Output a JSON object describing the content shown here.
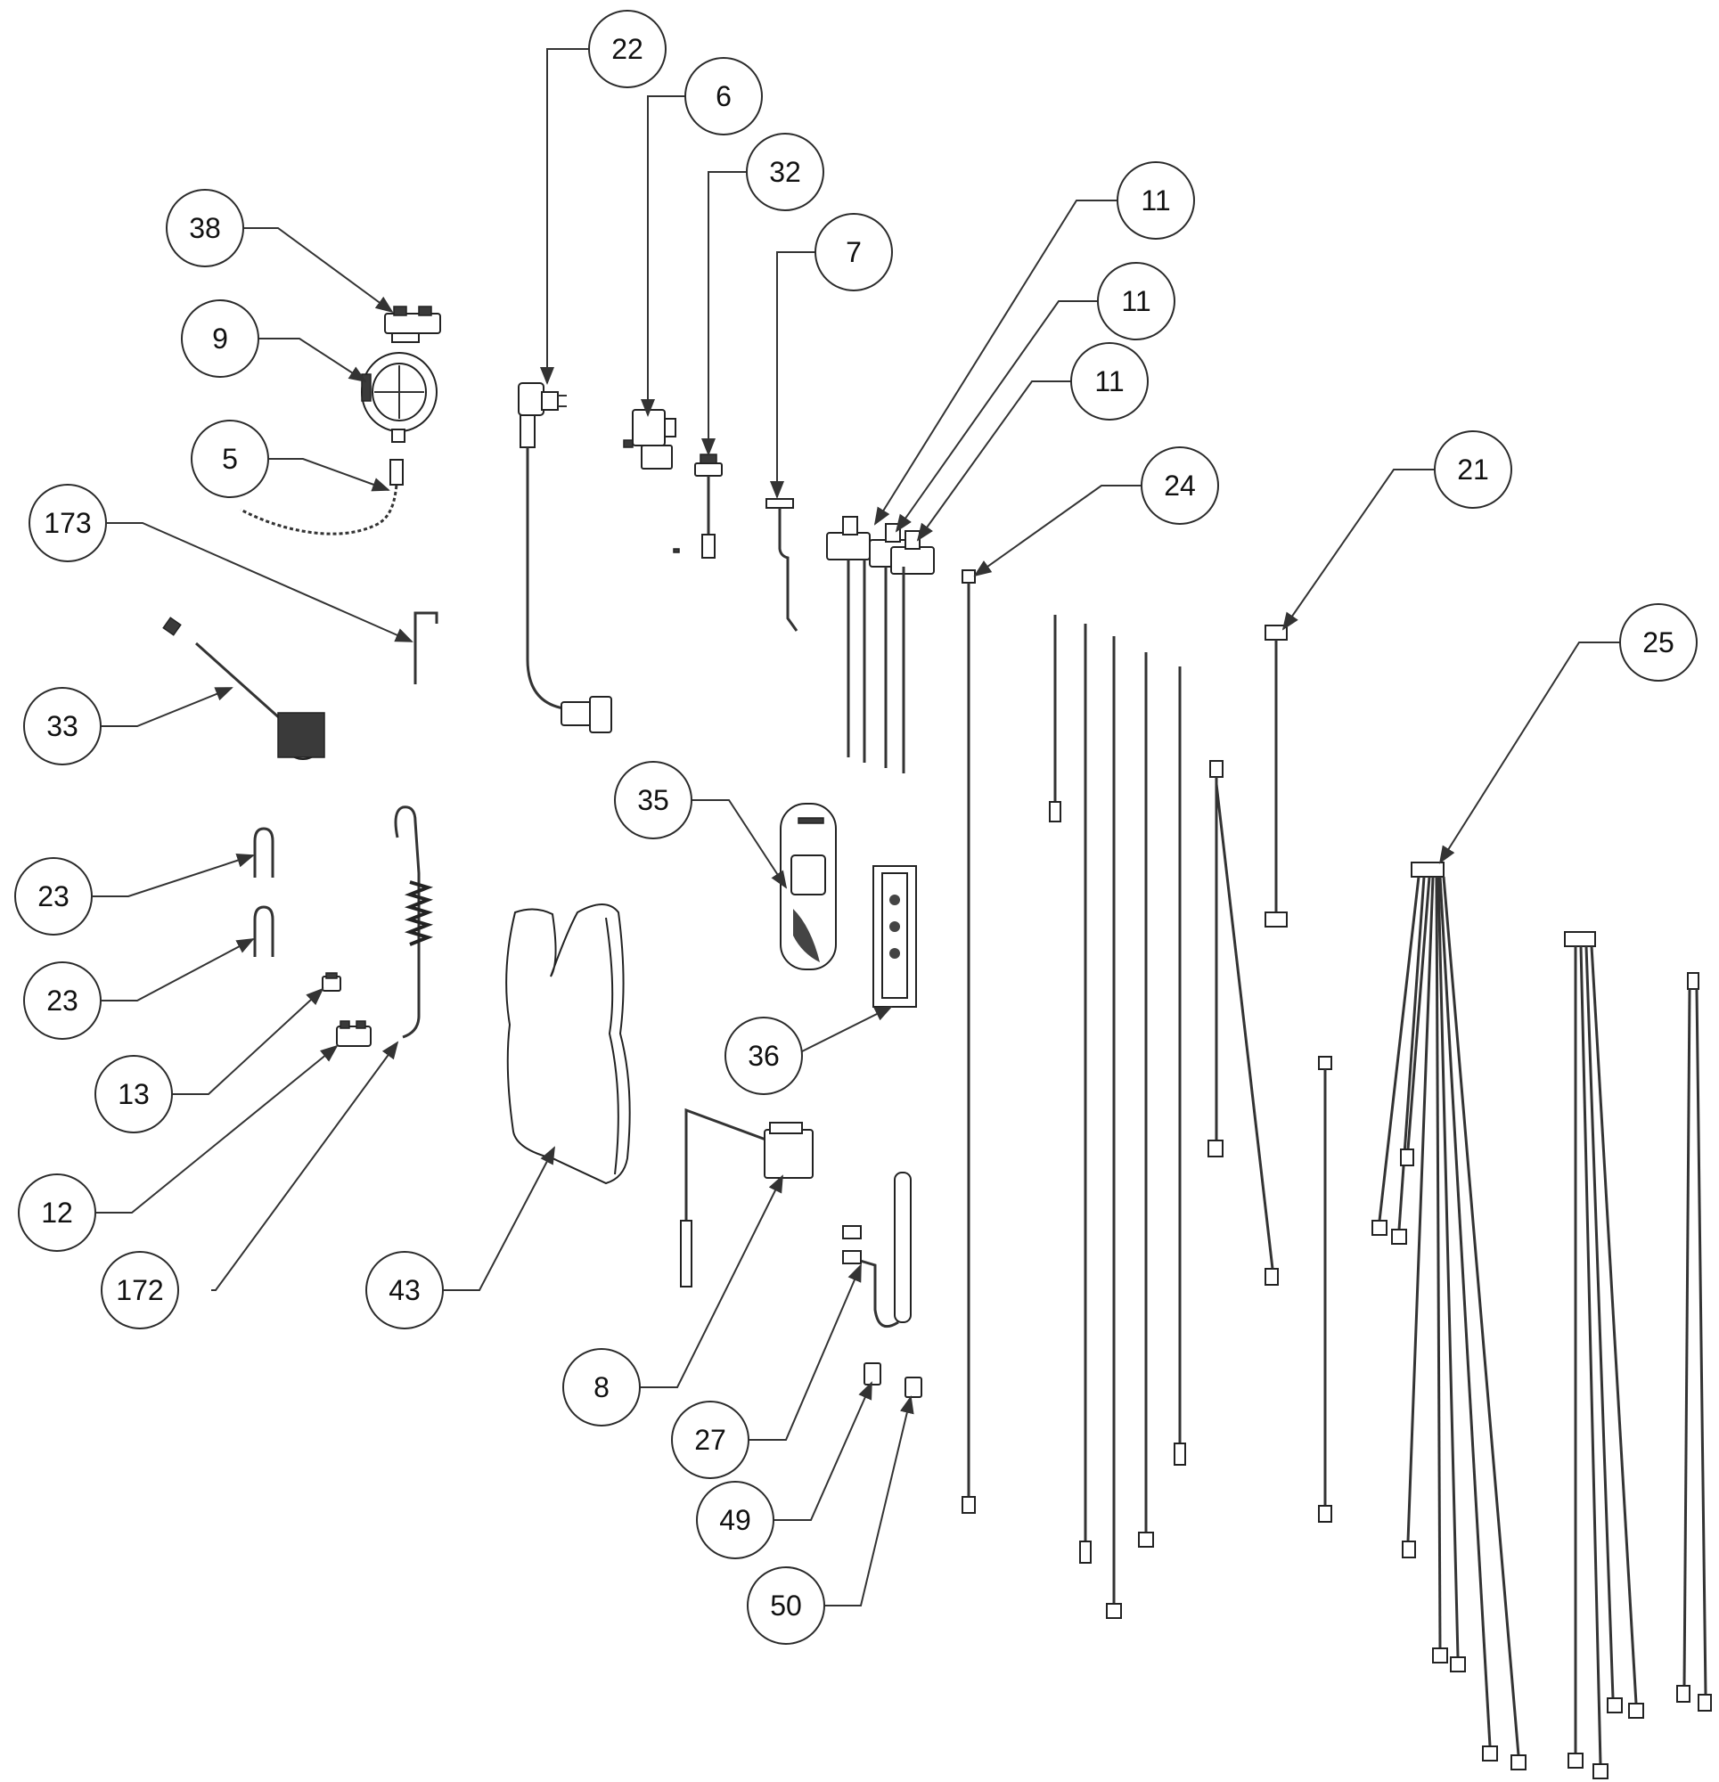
{
  "colors": {
    "line": "#333333",
    "background": "#ffffff",
    "text": "#111111"
  },
  "callouts": [
    {
      "id": "c22",
      "label": "22"
    },
    {
      "id": "c6",
      "label": "6"
    },
    {
      "id": "c32",
      "label": "32"
    },
    {
      "id": "c7",
      "label": "7"
    },
    {
      "id": "c38",
      "label": "38"
    },
    {
      "id": "c9",
      "label": "9"
    },
    {
      "id": "c5",
      "label": "5"
    },
    {
      "id": "c173",
      "label": "173"
    },
    {
      "id": "c33",
      "label": "33"
    },
    {
      "id": "c23a",
      "label": "23"
    },
    {
      "id": "c23b",
      "label": "23"
    },
    {
      "id": "c13",
      "label": "13"
    },
    {
      "id": "c12",
      "label": "12"
    },
    {
      "id": "c172",
      "label": "172"
    },
    {
      "id": "c43",
      "label": "43"
    },
    {
      "id": "c35",
      "label": "35"
    },
    {
      "id": "c36",
      "label": "36"
    },
    {
      "id": "c8",
      "label": "8"
    },
    {
      "id": "c27",
      "label": "27"
    },
    {
      "id": "c49",
      "label": "49"
    },
    {
      "id": "c50",
      "label": "50"
    },
    {
      "id": "c11a",
      "label": "11"
    },
    {
      "id": "c11b",
      "label": "11"
    },
    {
      "id": "c11c",
      "label": "11"
    },
    {
      "id": "c24",
      "label": "24"
    },
    {
      "id": "c21",
      "label": "21"
    },
    {
      "id": "c25",
      "label": "25"
    }
  ]
}
